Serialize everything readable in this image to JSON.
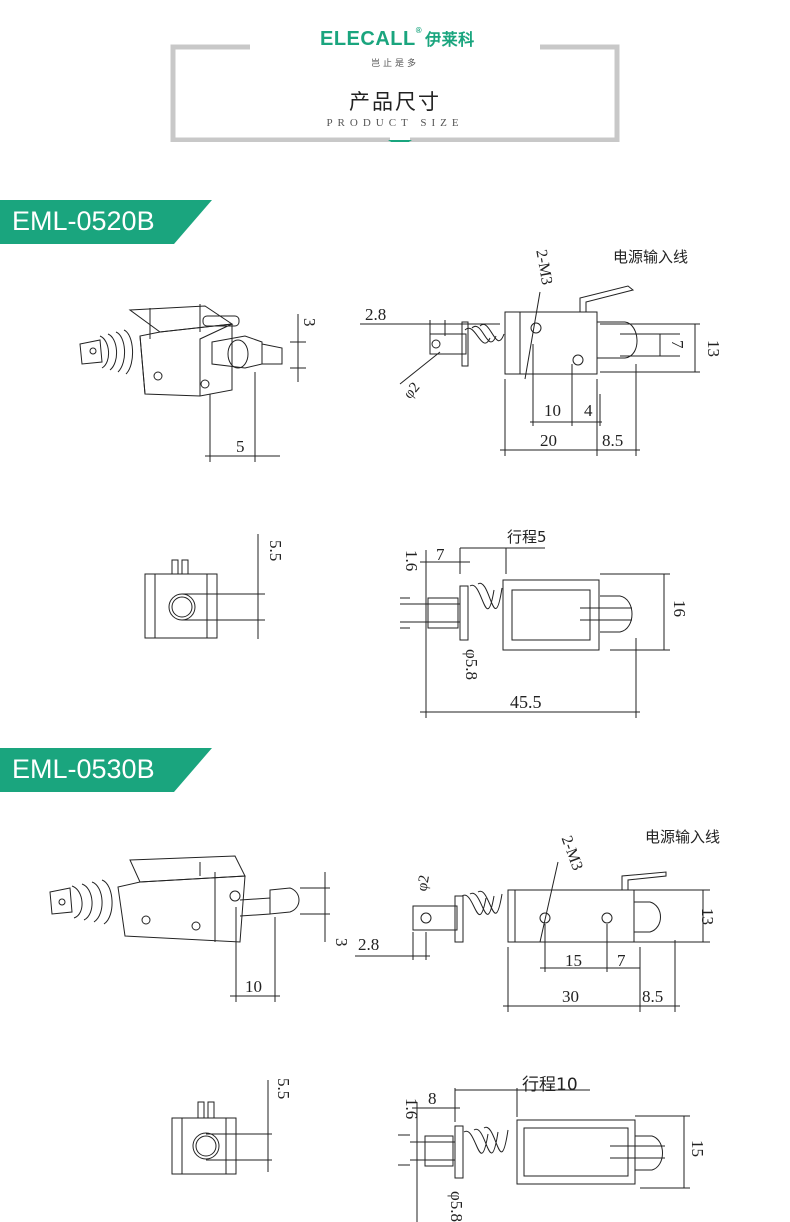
{
  "header": {
    "brand": "ELECALL",
    "brand_cn": "伊莱科",
    "slogan": "岂止是多",
    "title_cn": "产品尺寸",
    "title_en": "PRODUCT SIZE"
  },
  "colors": {
    "accent": "#1aa57e",
    "line": "#222222",
    "frame": "#c8c8c8"
  },
  "models": [
    {
      "name": "EML-0520B",
      "power_label": "电源输入线",
      "screw_label": "2-M3",
      "stroke_label": "行程5",
      "dims": {
        "left_3": "3",
        "left_5": "5",
        "d_2_8": "2.8",
        "d_phi2": "φ2",
        "d_10": "10",
        "d_4": "4",
        "d_7": "7",
        "d_13": "13",
        "d_20": "20",
        "d_8_5": "8.5",
        "d_5_5": "5.5",
        "d_1_6": "1.6",
        "d_7b": "7",
        "d_16": "16",
        "d_phi5_8": "φ5.8",
        "d_45_5": "45.5"
      }
    },
    {
      "name": "EML-0530B",
      "power_label": "电源输入线",
      "screw_label": "2-M3",
      "stroke_label": "行程10",
      "dims": {
        "left_3": "3",
        "left_10": "10",
        "d_phi2": "φ2",
        "d_2_8": "2.8",
        "d_13": "13",
        "d_15": "15",
        "d_7": "7",
        "d_30": "30",
        "d_8_5": "8.5",
        "d_5_5": "5.5",
        "d_1_6": "1.6",
        "d_8": "8",
        "d_15b": "15",
        "d_phi5_8": "φ5.8"
      }
    }
  ]
}
